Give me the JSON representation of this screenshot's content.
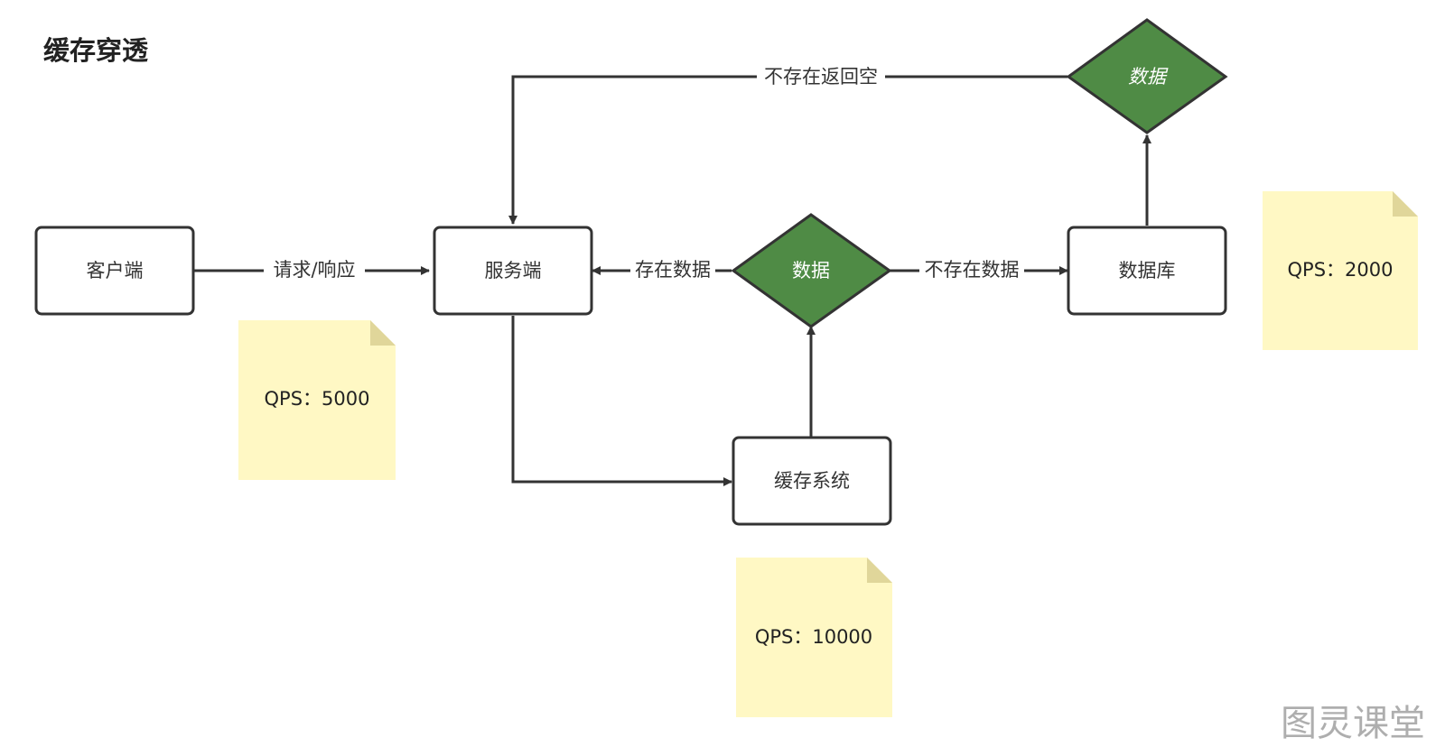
{
  "title": "缓存穿透",
  "nodes": {
    "client": "客户端",
    "server": "服务端",
    "cache_system": "缓存系统",
    "database": "数据库",
    "data_decision_cache": "数据",
    "data_decision_db": "数据"
  },
  "edges": {
    "request_response": "请求/响应",
    "exists_data": "存在数据",
    "not_exists_data": "不存在数据",
    "not_exists_return_empty": "不存在返回空"
  },
  "notes": {
    "client_qps": "QPS：5000",
    "cache_qps": "QPS：10000",
    "db_qps": "QPS：2000"
  },
  "colors": {
    "decision_fill": "#4f8b45",
    "note_fill": "#fff8c4",
    "note_fold": "#e0d69a",
    "stroke": "#333333"
  },
  "watermark": "图灵课堂"
}
